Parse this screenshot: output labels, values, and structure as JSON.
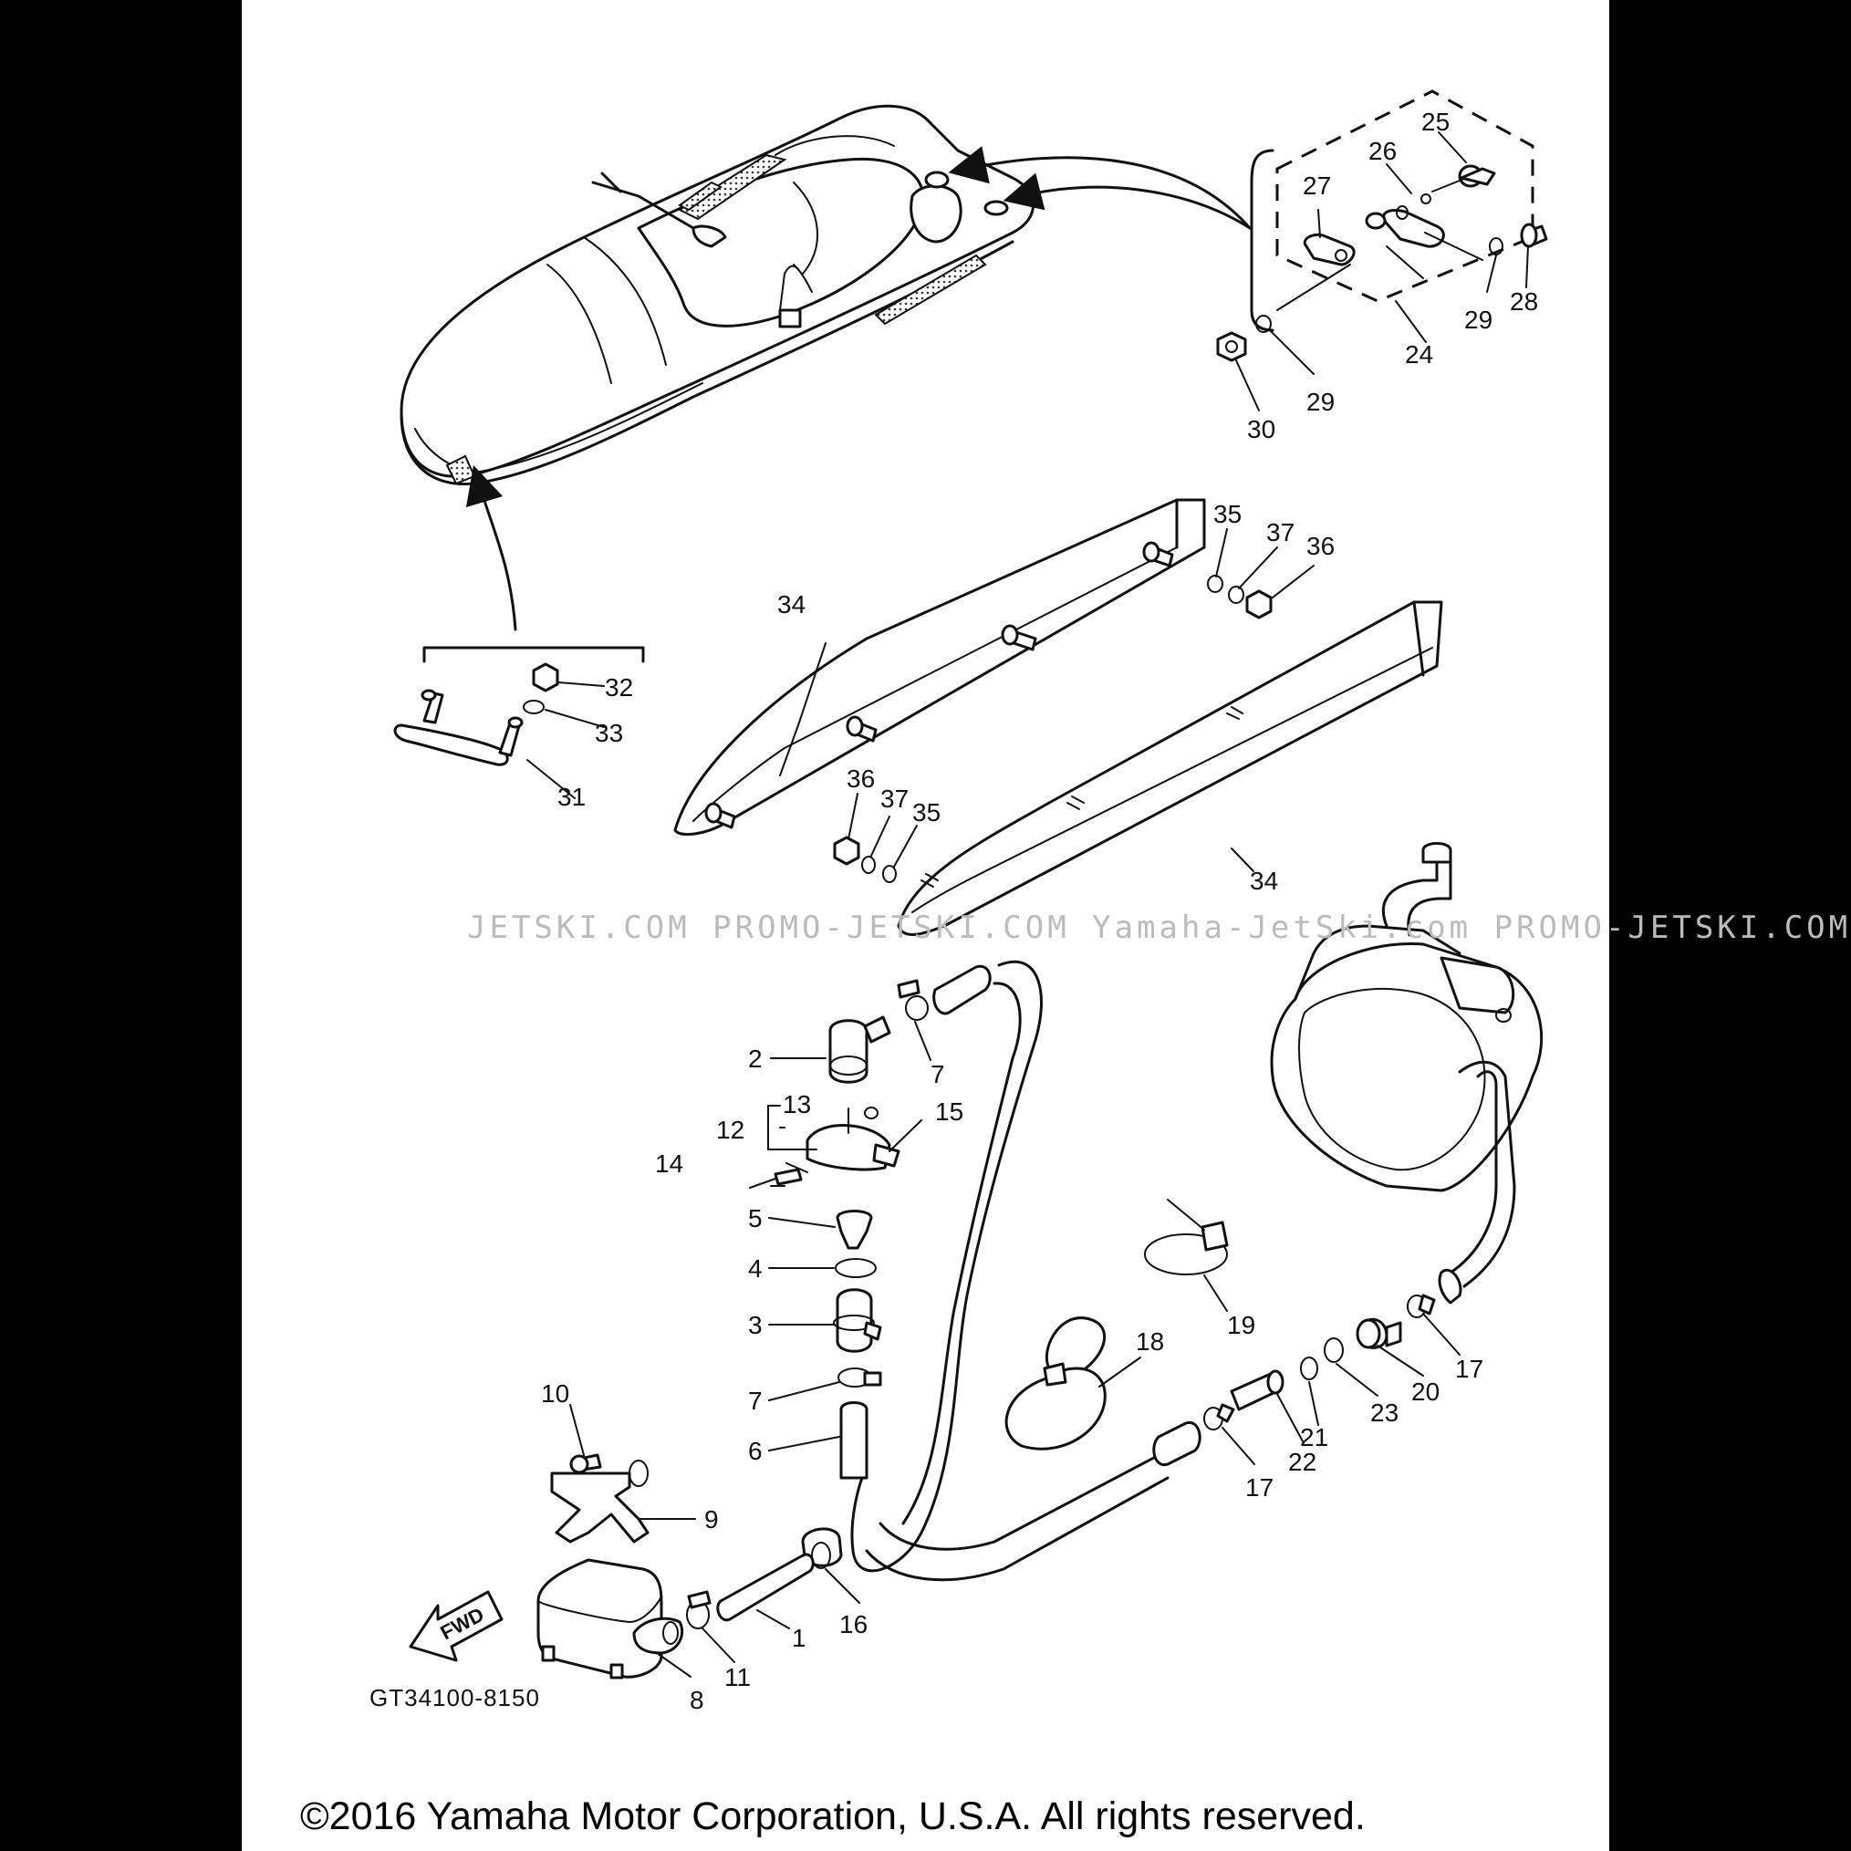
{
  "diagram": {
    "drawing_code": "GT34100-8150",
    "copyright": "©2016 Yamaha Motor Corporation, U.S.A. All rights reserved.",
    "watermark": "JETSKI.COM   PROMO-JETSKI.COM   Yamaha-JetSki.com   PROMO-JETSKI.COM",
    "fwd_label": "FWD",
    "callouts": [
      "1",
      "2",
      "3",
      "4",
      "5",
      "6",
      "7",
      "7",
      "8",
      "9",
      "10",
      "11",
      "12",
      "13",
      "14",
      "15",
      "16",
      "17",
      "17",
      "18",
      "19",
      "20",
      "21",
      "22",
      "23",
      "24",
      "25",
      "26",
      "27",
      "28",
      "29",
      "29",
      "30",
      "31",
      "32",
      "33",
      "34",
      "34",
      "35",
      "35",
      "36",
      "36",
      "37",
      "37"
    ]
  }
}
